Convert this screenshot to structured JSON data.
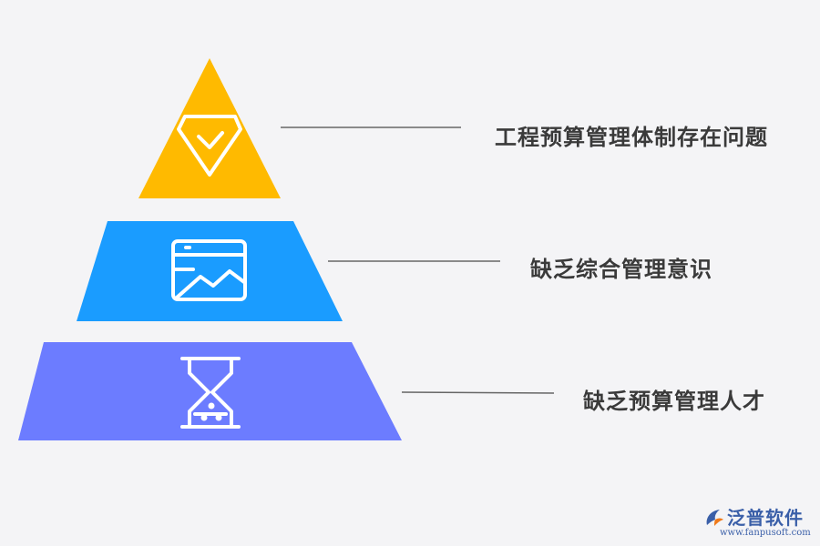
{
  "tiers": [
    {
      "label": "工程预算管理体制存在问题",
      "color": "#ffba00",
      "icon": "diamond-check-icon"
    },
    {
      "label": "缺乏综合管理意识",
      "color": "#1a9cff",
      "icon": "browser-chart-icon"
    },
    {
      "label": "缺乏预算管理人才",
      "color": "#6c7cff",
      "icon": "hourglass-icon"
    }
  ],
  "connector_color": "#666666",
  "logo": {
    "name": "泛普软件",
    "url": "www.fanpusoft.com",
    "color": "#3a5fa8",
    "accent": "#f07a1a"
  }
}
